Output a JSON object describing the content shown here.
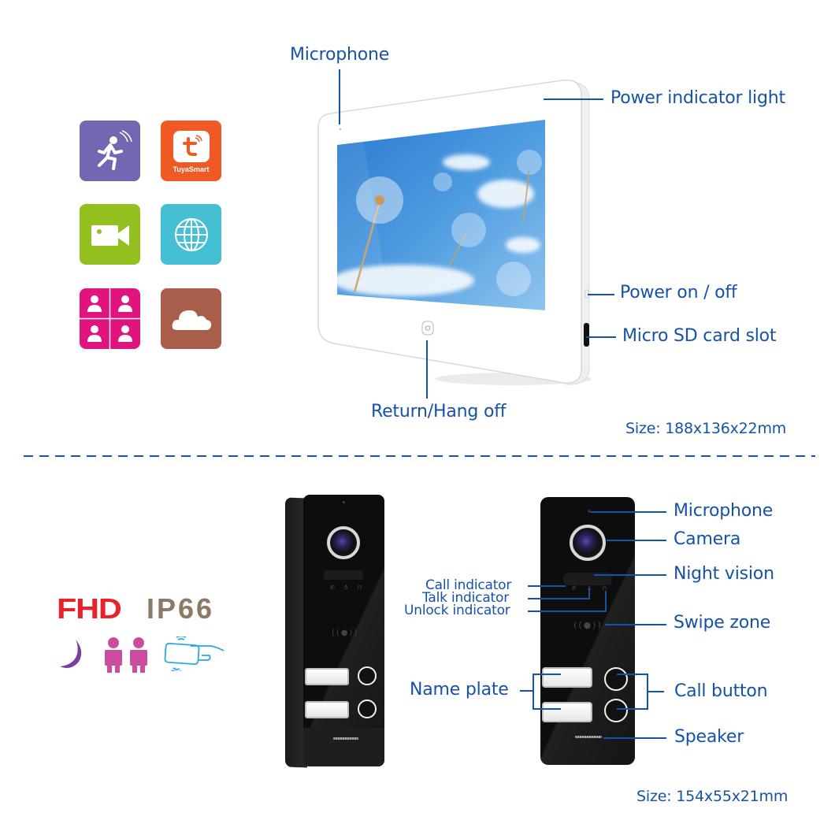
{
  "monitor_section": {
    "labels": {
      "microphone": "Microphone",
      "power_indicator": "Power indicator light",
      "power_switch": "Power on / off",
      "sd_slot": "Micro SD card slot",
      "return_button": "Return/Hang off"
    },
    "size": "Size: 188x136x22mm"
  },
  "feature_icons": [
    {
      "name": "motion-detection",
      "color": "#7467b2"
    },
    {
      "name": "tuya-smart",
      "color": "#ef5a24",
      "text": "TuyaSmart"
    },
    {
      "name": "video-recording",
      "color": "#93c01f"
    },
    {
      "name": "network",
      "color": "#45bfd3"
    },
    {
      "name": "quad-split",
      "color": "#e0137f"
    },
    {
      "name": "cloud",
      "color": "#a85e48"
    }
  ],
  "badges": {
    "fhd": "FHD",
    "ip": "IP66",
    "fhd_color": "#e8212b",
    "ip_color": "#8a7a66"
  },
  "doorbell_section": {
    "labels": {
      "microphone": "Microphone",
      "camera": "Camera",
      "night_vision": "Night vision",
      "call_indicator": "Call indicator",
      "talk_indicator": "Talk indicator",
      "unlock_indicator": "Unlock indicator",
      "swipe_zone": "Swipe zone",
      "name_plate": "Name plate",
      "call_button": "Call button",
      "speaker": "Speaker"
    },
    "size": "Size: 154x55x21mm"
  },
  "colors": {
    "accent": "#1552a8"
  }
}
